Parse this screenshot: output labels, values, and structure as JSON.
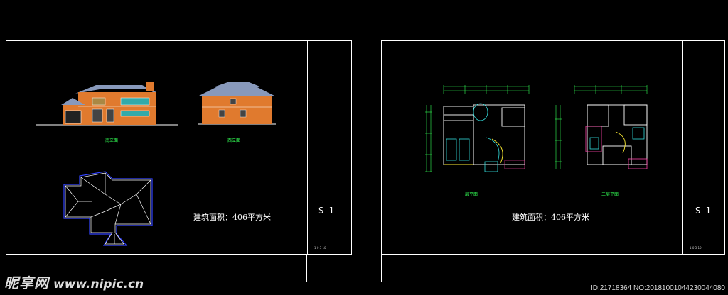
{
  "left_sheet": {
    "elevation_front_caption": "南立面",
    "elevation_side_caption": "西立面",
    "area_text": "建筑面积：406平方米",
    "sheet_number": "S-1",
    "scale_text": "1 0   5   10"
  },
  "right_sheet": {
    "plan1_caption": "一层平面",
    "plan2_caption": "二层平面",
    "area_text": "建筑面积：406平方米",
    "sheet_number": "S-1",
    "scale_text": "1 0   5   10"
  },
  "watermark": {
    "brand": "昵享网",
    "url": "www.nipic.cn"
  },
  "id_line": "ID:21718364 NO:20181001044230044080",
  "colors": {
    "background": "#000000",
    "line": "#ffffff",
    "brick": "#e07a2e",
    "roof": "#8899bb",
    "plan_green": "#33ff55",
    "plan_cyan": "#33dddd",
    "plan_yellow": "#ffee33",
    "plan_magenta": "#ff44aa",
    "roof_blue": "#3344ff"
  }
}
